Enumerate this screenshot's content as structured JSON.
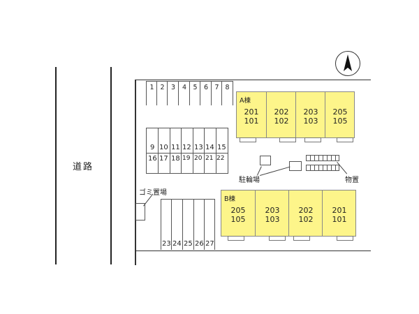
{
  "road": {
    "label": "道路"
  },
  "parking_top": [
    "1",
    "2",
    "3",
    "4",
    "5",
    "6",
    "7",
    "8"
  ],
  "parking_mid_upper": [
    "9",
    "10",
    "11",
    "12",
    "13",
    "14",
    "15"
  ],
  "parking_mid_lower": [
    "16",
    "17",
    "18",
    "19",
    "20",
    "21",
    "22"
  ],
  "parking_bottom": [
    "23",
    "24",
    "25",
    "26",
    "27"
  ],
  "building_a": {
    "label": "A棟",
    "units": [
      {
        "upper": "201",
        "lower": "101"
      },
      {
        "upper": "202",
        "lower": "102"
      },
      {
        "upper": "203",
        "lower": "103"
      },
      {
        "upper": "205",
        "lower": "105"
      }
    ]
  },
  "building_b": {
    "label": "B棟",
    "units": [
      {
        "upper": "205",
        "lower": "105"
      },
      {
        "upper": "203",
        "lower": "103"
      },
      {
        "upper": "202",
        "lower": "102"
      },
      {
        "upper": "201",
        "lower": "101"
      }
    ]
  },
  "labels": {
    "garbage": "ゴミ置場",
    "bicycle": "駐輪場",
    "storage": "物置"
  },
  "colors": {
    "building_fill": "#fdf58a",
    "line": "#333333"
  },
  "icons": {
    "north": "north-arrow-icon"
  }
}
